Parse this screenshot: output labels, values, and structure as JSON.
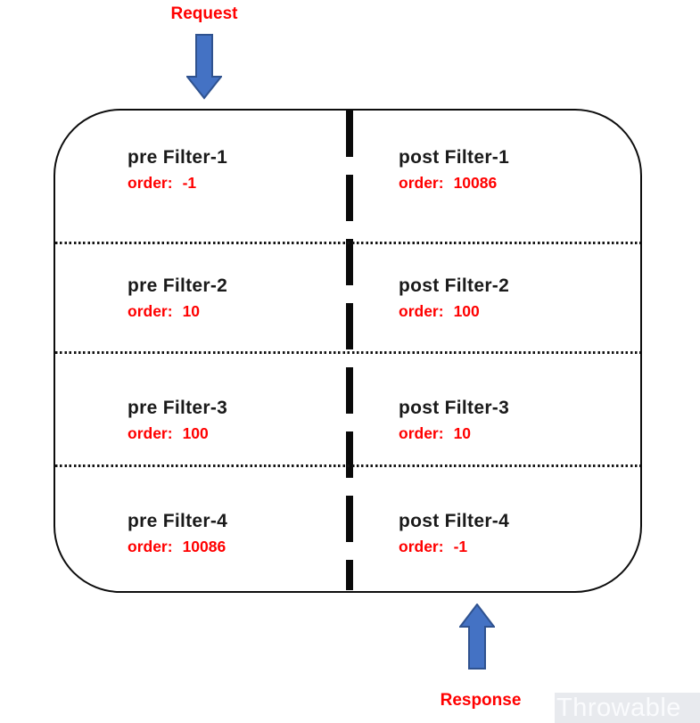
{
  "labels": {
    "request": "Request",
    "response": "Response"
  },
  "watermark": "Throwable",
  "colors": {
    "flow_label_red": "#ff0000",
    "order_text_red": "#ff0000",
    "arrow_fill": "#4472c4",
    "arrow_stroke": "#2f528f",
    "border_black": "#0d0d0d",
    "watermark_bg": "#e8eaee",
    "watermark_text": "#fafbfd"
  },
  "diagram": {
    "order_label": "order:",
    "rows": [
      {
        "pre": {
          "title": "pre Filter-1",
          "order": "-1"
        },
        "post": {
          "title": "post Filter-1",
          "order": "10086"
        }
      },
      {
        "pre": {
          "title": "pre Filter-2",
          "order": "10"
        },
        "post": {
          "title": "post Filter-2",
          "order": "100"
        }
      },
      {
        "pre": {
          "title": "pre Filter-3",
          "order": "100"
        },
        "post": {
          "title": "post Filter-3",
          "order": "10"
        }
      },
      {
        "pre": {
          "title": "pre Filter-4",
          "order": "10086"
        },
        "post": {
          "title": "post Filter-4",
          "order": "-1"
        }
      }
    ]
  }
}
